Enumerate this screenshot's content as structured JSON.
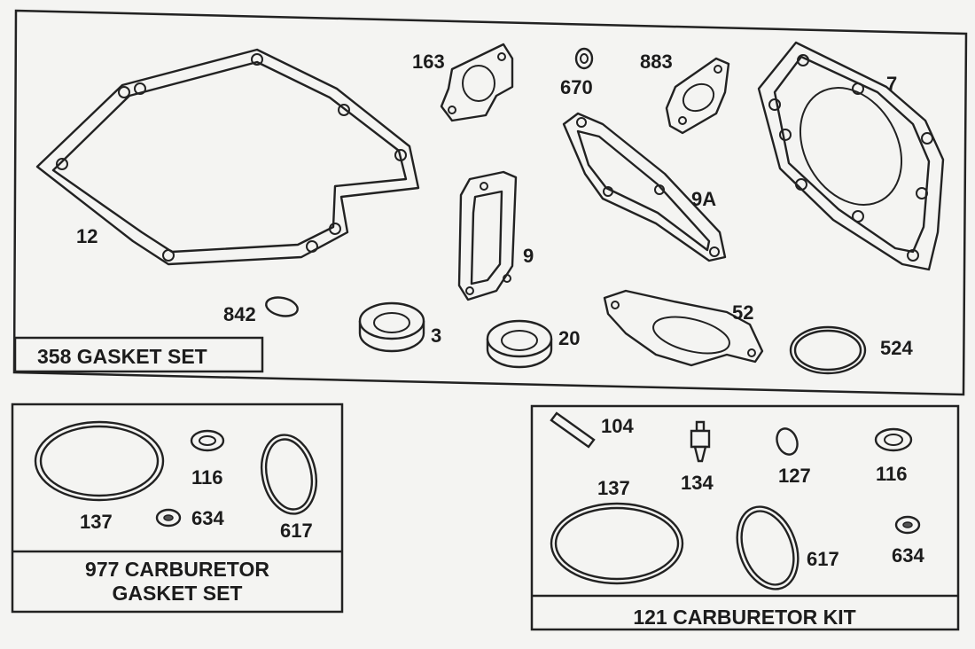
{
  "sets": {
    "gasket_set": {
      "title": "358 GASKET SET",
      "parts": {
        "p12": "12",
        "p163": "163",
        "p670": "670",
        "p883": "883",
        "p7": "7",
        "p9a": "9A",
        "p9": "9",
        "p842": "842",
        "p3": "3",
        "p20": "20",
        "p52": "52",
        "p524": "524"
      }
    },
    "carb_gasket_set": {
      "title_line1": "977 CARBURETOR",
      "title_line2": "GASKET SET",
      "parts": {
        "p137": "137",
        "p116": "116",
        "p634": "634",
        "p617": "617"
      }
    },
    "carb_kit": {
      "title": "121 CARBURETOR KIT",
      "parts": {
        "p104": "104",
        "p134": "134",
        "p127": "127",
        "p116": "116",
        "p137": "137",
        "p617": "617",
        "p634": "634"
      }
    }
  }
}
